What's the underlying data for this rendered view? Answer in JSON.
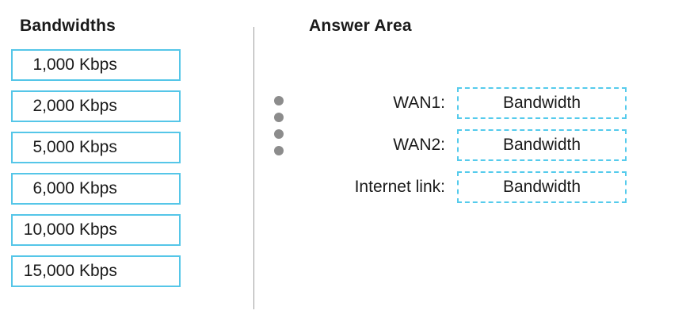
{
  "left_panel": {
    "title": "Bandwidths",
    "items": [
      {
        "value": "1,000",
        "unit": "Kbps"
      },
      {
        "value": "2,000",
        "unit": "Kbps"
      },
      {
        "value": "5,000",
        "unit": "Kbps"
      },
      {
        "value": "6,000",
        "unit": "Kbps"
      },
      {
        "value": "10,000",
        "unit": "Kbps"
      },
      {
        "value": "15,000",
        "unit": "Kbps"
      }
    ]
  },
  "answer_area": {
    "title": "Answer Area",
    "rows": [
      {
        "label": "WAN1:",
        "placeholder": "Bandwidth"
      },
      {
        "label": "WAN2:",
        "placeholder": "Bandwidth"
      },
      {
        "label": "Internet link:",
        "placeholder": "Bandwidth"
      }
    ]
  },
  "colors": {
    "accent_blue_solid": "#55C6E8",
    "accent_blue_dashed": "#55CBEC",
    "gripper_dot_gray": "#8C8C8C",
    "divider_gray": "#9C9C9C",
    "text": "#1A1A1A",
    "background": "#FFFFFF"
  }
}
